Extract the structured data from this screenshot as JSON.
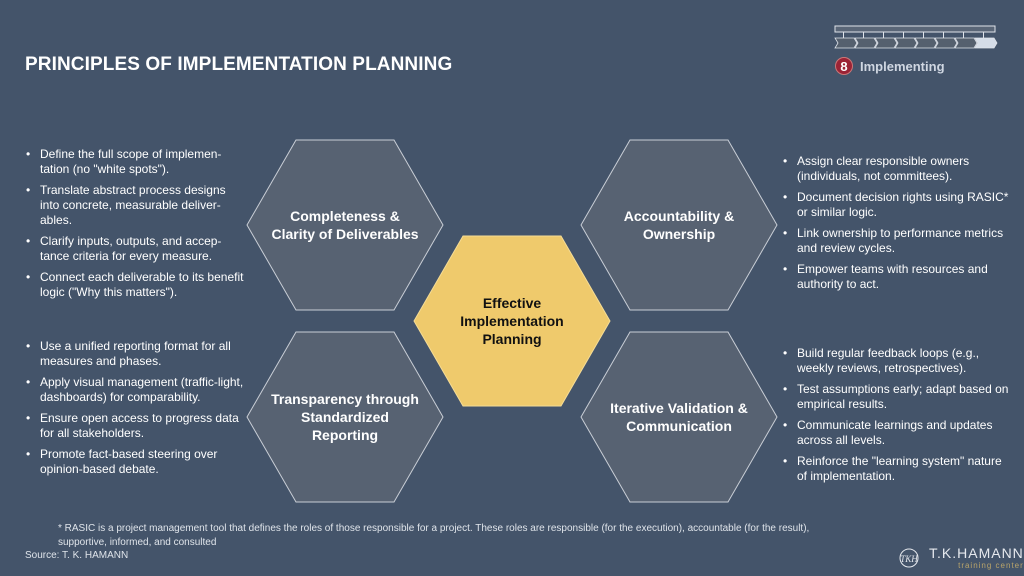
{
  "title": "PRINCIPLES OF IMPLEMENTATION PLANNING",
  "progress": {
    "step_number": "8",
    "step_label": "Implementing",
    "current_step": 8,
    "total_steps": 8
  },
  "colors": {
    "background": "#44546a",
    "hex": "#576272",
    "center": "#efca6c",
    "badge": "#9b2335"
  },
  "hexagons": {
    "top_left": "Completeness & Clarity of Deliverables",
    "top_right": "Accountability & Ownership",
    "center": "Effective Implementation Planning",
    "bottom_left": "Transparency through Standardized Reporting",
    "bottom_right": "Iterative Validation & Communication"
  },
  "bullets": {
    "top_left": [
      "Define the full scope of implemen-tation (no \"white spots\").",
      "Translate abstract process designs into concrete, measurable deliver-ables.",
      "Clarify inputs, outputs, and accep-tance criteria for every measure.",
      "Connect each deliverable to its benefit logic (\"Why this matters\")."
    ],
    "bottom_left": [
      "Use a unified reporting format for all measures and phases.",
      "Apply visual management (traffic-light, dashboards) for comparability.",
      "Ensure open access to progress data for all stakeholders.",
      "Promote fact-based steering over opinion-based debate."
    ],
    "top_right": [
      "Assign clear responsible owners (individuals, not committees).",
      "Document decision rights using RASIC* or similar logic.",
      "Link ownership to performance metrics and review cycles.",
      "Empower teams with resources and authority to act."
    ],
    "bottom_right": [
      "Build regular feedback loops (e.g., weekly reviews, retrospectives).",
      "Test assumptions early; adapt based on empirical results.",
      "Communicate learnings and updates across all levels.",
      "Reinforce the \"learning system\" nature of implementation."
    ]
  },
  "footnote": "* RASIC is a project management tool that defines the roles of those responsible for a project.  These roles are responsible (for the execution), accountable (for the result), supportive, informed, and consulted",
  "source": "Source: T. K. HAMANN",
  "logo": {
    "mark": "TKH",
    "name": "T.K.HAMANN",
    "sub": "training center"
  }
}
